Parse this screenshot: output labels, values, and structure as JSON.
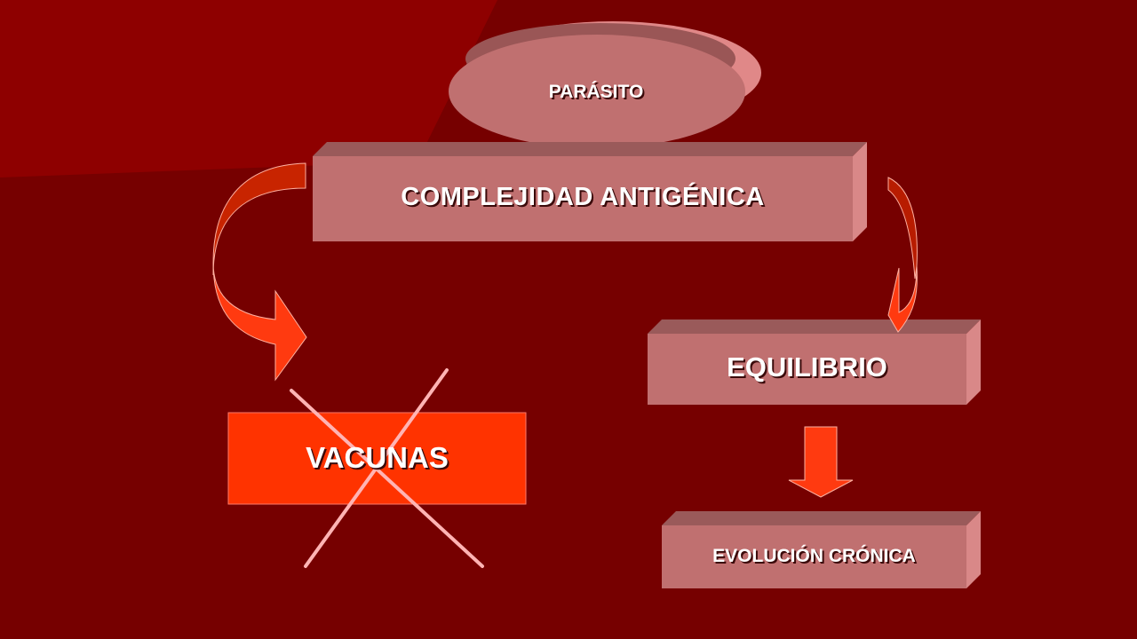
{
  "diagram": {
    "nodes": {
      "parasite": "PARÁSITO",
      "antigenic_complexity": "COMPLEJIDAD ANTIGÉNICA",
      "balance": "EQUILIBRIO",
      "vaccines": "VACUNAS",
      "chronic_evolution": "EVOLUCIÓN CRÓNICA"
    },
    "colors": {
      "background": "#760000",
      "box_face": "#c07070",
      "box_top": "#9a5a5a",
      "box_side": "#d98888",
      "vaccine_box": "#ff3300",
      "arrow": "#ff3a10",
      "cross": "#ffb4b4"
    }
  }
}
